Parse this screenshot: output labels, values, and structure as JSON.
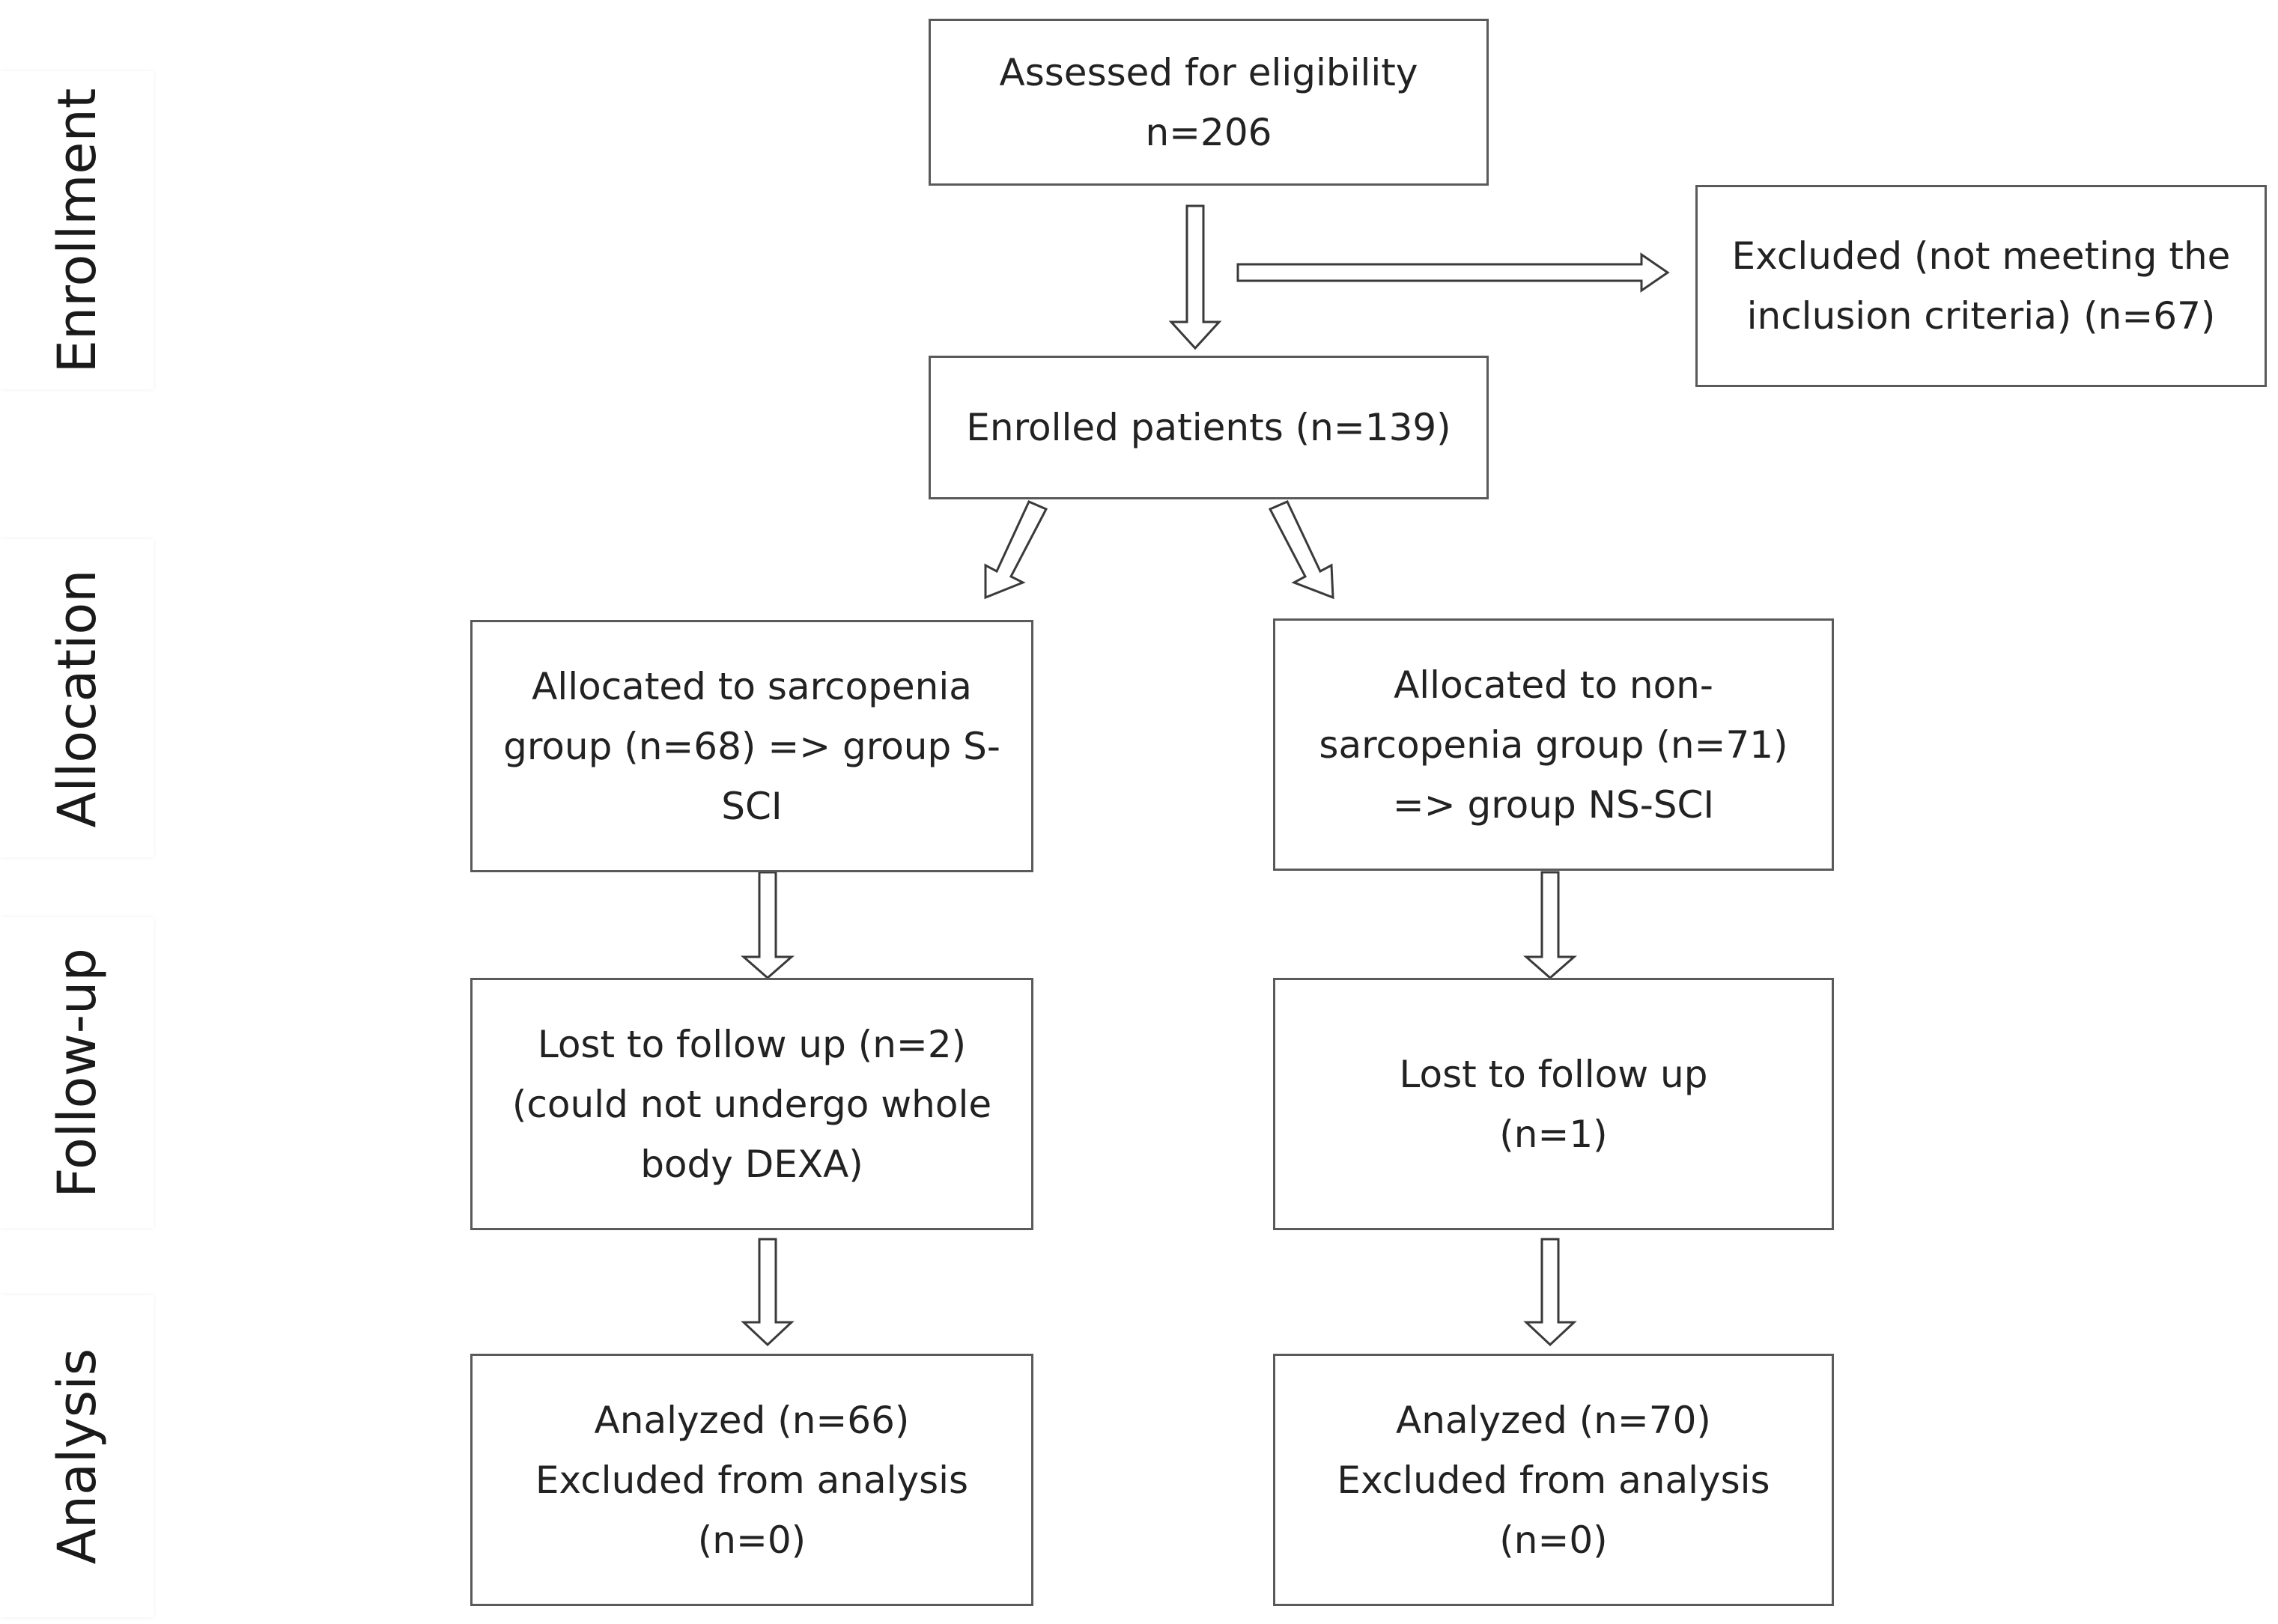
{
  "phases": {
    "enrollment": "Enrollment",
    "allocation": "Allocation",
    "followup": "Follow-up",
    "analysis": "Analysis"
  },
  "boxes": {
    "assessed": {
      "lines": [
        "Assessed  for eligibility",
        "n=206"
      ]
    },
    "excluded": {
      "lines": [
        "Excluded (not meeting the",
        "inclusion criteria) (n=67)"
      ]
    },
    "enrolled": {
      "lines": [
        "Enrolled patients (n=139)"
      ]
    },
    "alloc_s": {
      "lines": [
        "Allocated to sarcopenia",
        "group (n=68) => group S-",
        "SCI"
      ]
    },
    "alloc_ns": {
      "lines": [
        "Allocated to non-",
        "sarcopenia group (n=71)",
        "=> group NS-SCI"
      ]
    },
    "lost_s": {
      "lines": [
        "Lost to follow up (n=2)",
        "(could not undergo whole",
        "body DEXA)"
      ]
    },
    "lost_ns": {
      "lines": [
        "Lost to follow up",
        "(n=1)"
      ]
    },
    "analysis_s": {
      "lines": [
        "Analyzed (n=66)",
        "Excluded from analysis",
        "(n=0)"
      ]
    },
    "analysis_ns": {
      "lines": [
        "Analyzed (n=70)",
        "Excluded from analysis",
        "(n=0)"
      ]
    }
  }
}
